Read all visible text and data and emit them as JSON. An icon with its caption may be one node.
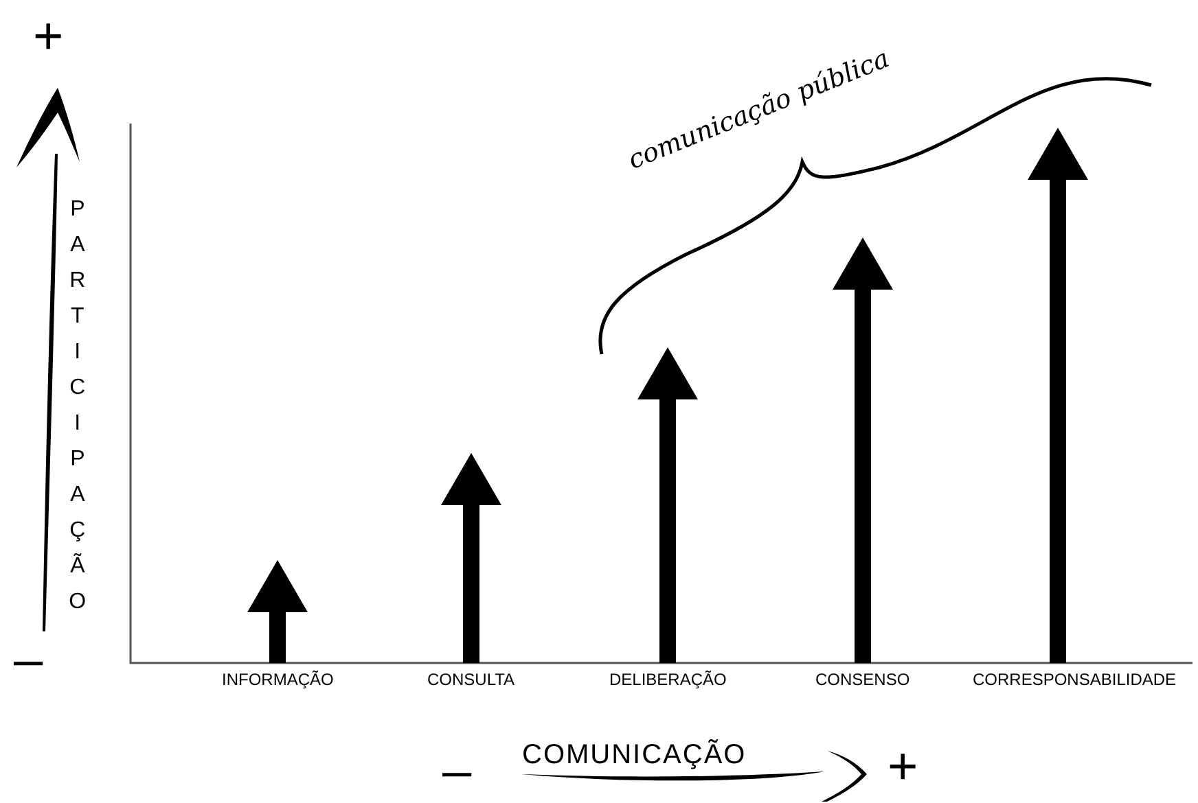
{
  "diagram": {
    "labels": [
      "+",
      "PARTICIPAÇÃO",
      "–",
      "comunicação pública",
      "INFORMAÇÃO",
      "CONSULTA",
      "DELIBERAÇÃO",
      "CONSENSO",
      "CORRESPONSABILIDADE",
      "–",
      "COMUNICAÇÃO",
      "+"
    ]
  }
}
